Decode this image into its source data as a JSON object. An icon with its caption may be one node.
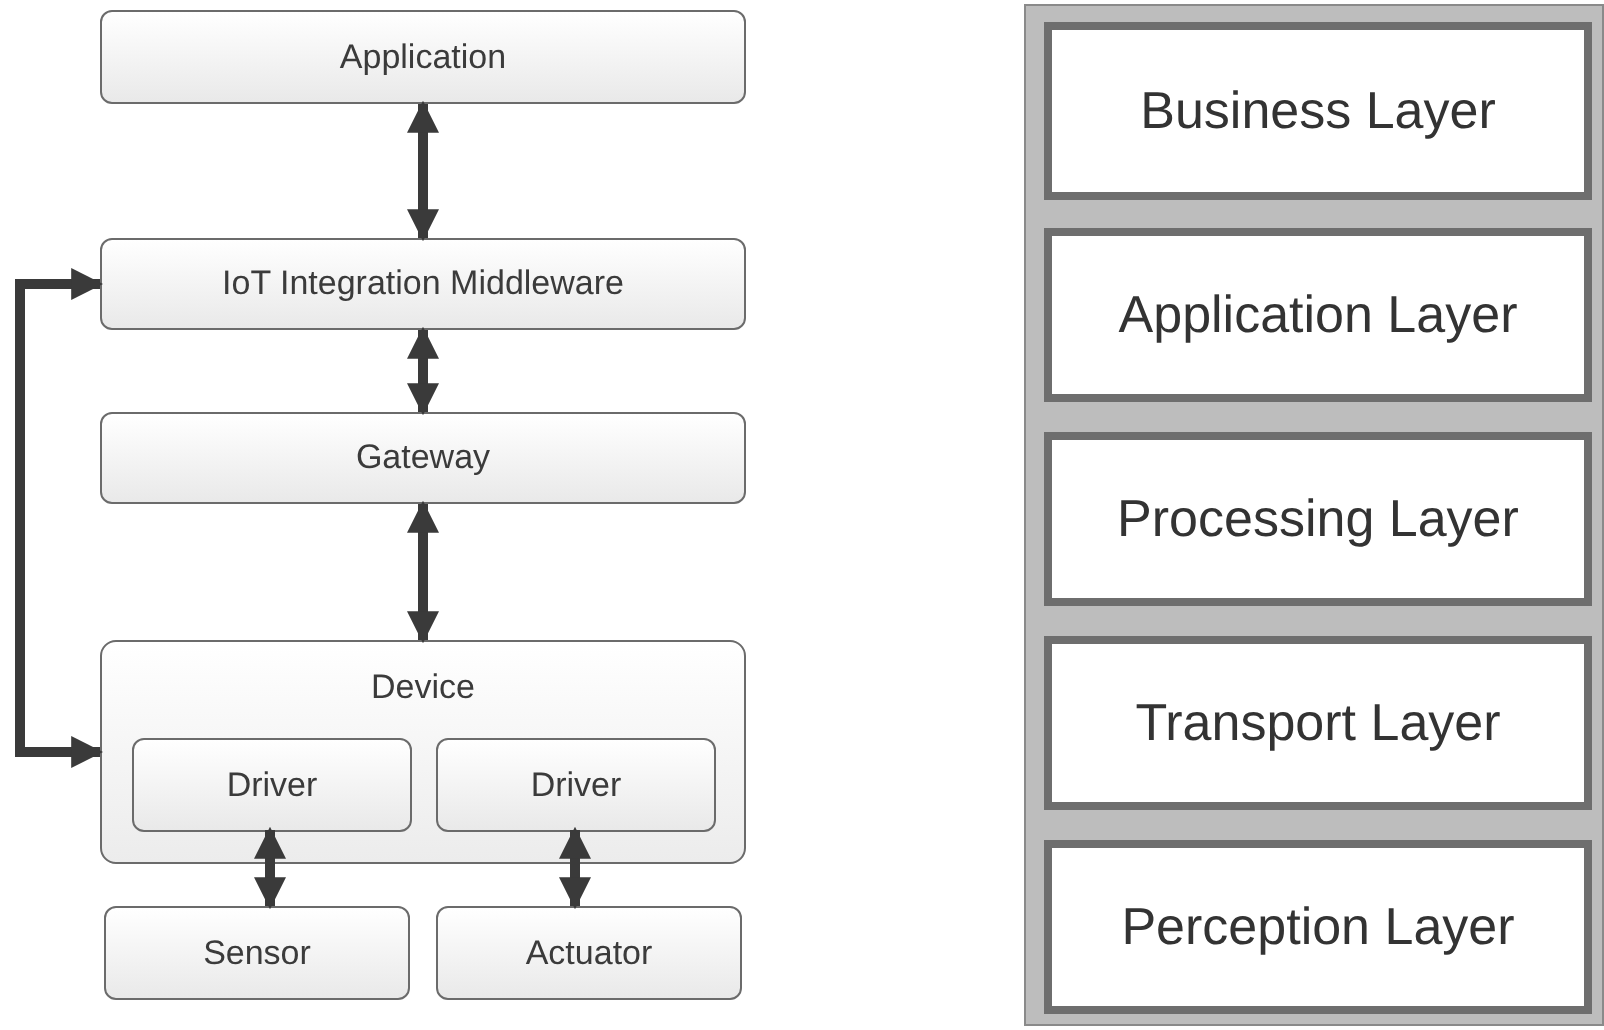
{
  "diagram": {
    "nodes": [
      {
        "text": [
          "Application"
        ]
      },
      {
        "text": [
          "IoT Integration Middleware"
        ]
      },
      {
        "text": [
          "Gateway"
        ]
      },
      {
        "text": [
          "Device"
        ]
      },
      {
        "text": [
          "Driver"
        ],
        "in": 3
      },
      {
        "text": [
          "Driver"
        ],
        "in": 3
      },
      {
        "text": [
          "Sensor"
        ]
      },
      {
        "text": [
          "Actuator"
        ]
      },
      {
        "text": [],
        "shape": "box"
      },
      {
        "text": [
          "Business Layer"
        ],
        "in": 8
      },
      {
        "text": [
          "Application Layer"
        ],
        "in": 8
      },
      {
        "text": [
          "Processing Layer"
        ],
        "in": 8
      },
      {
        "text": [
          "Transport Layer"
        ],
        "in": 8
      },
      {
        "text": [
          "Perception Layer"
        ],
        "in": 8
      }
    ],
    "edges": [
      {
        "from": 0,
        "to": 1,
        "arrow": "both"
      },
      {
        "from": 1,
        "to": 2,
        "arrow": "both"
      },
      {
        "from": 2,
        "to": 3,
        "arrow": "both"
      },
      {
        "from": 1,
        "to": 3,
        "arrow": "both"
      },
      {
        "from": 4,
        "to": 6,
        "arrow": "both"
      },
      {
        "from": 5,
        "to": 7,
        "arrow": "both"
      }
    ]
  }
}
